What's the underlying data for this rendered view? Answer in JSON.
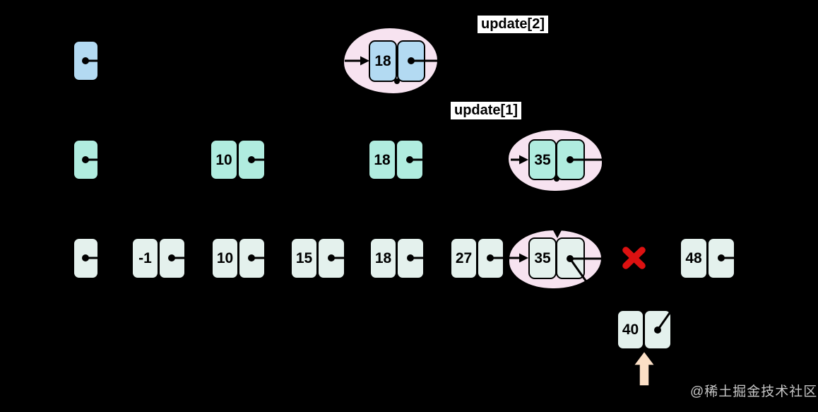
{
  "labels": {
    "update_2": "update[2]",
    "update_1": "update[1]"
  },
  "levels": {
    "level2": {
      "nodes": [
        {
          "value": "18",
          "highlighted": true
        }
      ]
    },
    "level1": {
      "nodes": [
        {
          "value": "10"
        },
        {
          "value": "18"
        },
        {
          "value": "35",
          "highlighted": true
        }
      ]
    },
    "level0": {
      "nodes": [
        {
          "value": "-1"
        },
        {
          "value": "10"
        },
        {
          "value": "15"
        },
        {
          "value": "18"
        },
        {
          "value": "27"
        },
        {
          "value": "35",
          "highlighted": true
        },
        {
          "value": "48"
        }
      ]
    }
  },
  "inserted_node": {
    "value": "40"
  },
  "icons": {
    "removed_link": "red-x-icon",
    "insert_position": "up-arrow-icon",
    "pointer": "dot-pointer-icon"
  },
  "watermark": {
    "text": "@稀土掘金技术社区"
  },
  "colors": {
    "level2-fill": "#b3daf2",
    "level1-fill": "#b0ecdf",
    "level0-fill": "#e4f1ed",
    "highlight-fill": "#f7e3f0",
    "label-bg": "#ffffff",
    "arrow-fill": "#fbdfc6",
    "cross-red": "#dd1111",
    "line-black": "#000000",
    "watermark-gray": "#c6c6c6"
  }
}
